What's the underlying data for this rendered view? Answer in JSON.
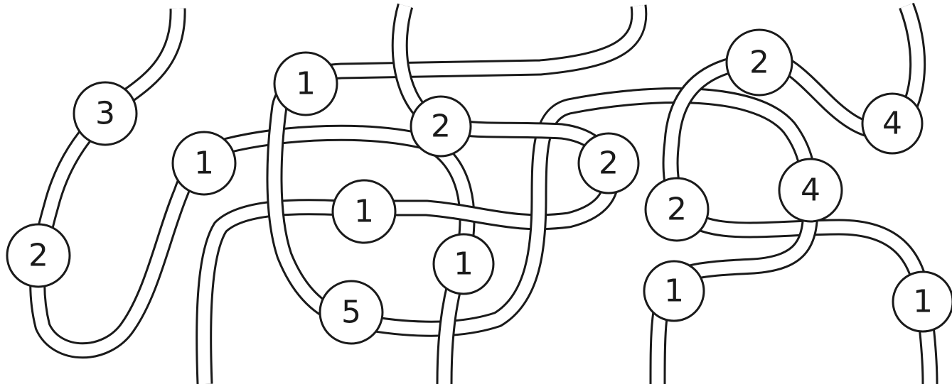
{
  "puzzle": {
    "colors": {
      "ink": "#1a1a1a",
      "paper": "#ffffff"
    },
    "nodes": [
      {
        "id": "n3-topleft",
        "label": "3"
      },
      {
        "id": "n2-left",
        "label": "2"
      },
      {
        "id": "n1-upperleft",
        "label": "1"
      },
      {
        "id": "n1-top",
        "label": "1"
      },
      {
        "id": "n1-center",
        "label": "1"
      },
      {
        "id": "n5-bottom",
        "label": "5"
      },
      {
        "id": "n1-midright",
        "label": "1"
      },
      {
        "id": "n2-topcenter",
        "label": "2"
      },
      {
        "id": "n2-centerright",
        "label": "2"
      },
      {
        "id": "n2-topright",
        "label": "2"
      },
      {
        "id": "n4-farright",
        "label": "4"
      },
      {
        "id": "n4-right",
        "label": "4"
      },
      {
        "id": "n2-right",
        "label": "2"
      },
      {
        "id": "n1-bottomright",
        "label": "1"
      },
      {
        "id": "n1-edge",
        "label": "1"
      }
    ]
  }
}
